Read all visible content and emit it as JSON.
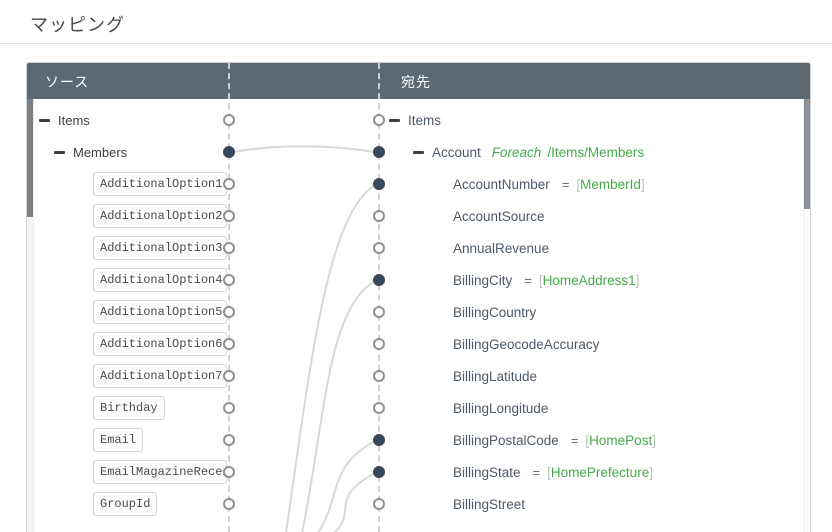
{
  "title": "マッピング",
  "headers": {
    "source": "ソース",
    "destination": "宛先"
  },
  "eq": "=",
  "bracket_open": "[",
  "bracket_close": "]",
  "source_tree": [
    {
      "label": "Items",
      "kind": "node",
      "depth": 0,
      "port": "hollow"
    },
    {
      "label": "Members",
      "kind": "node",
      "depth": 1,
      "port": "filled"
    },
    {
      "label": "AdditionalOption1",
      "kind": "field",
      "port": "hollow"
    },
    {
      "label": "AdditionalOption2",
      "kind": "field",
      "port": "hollow"
    },
    {
      "label": "AdditionalOption3",
      "kind": "field",
      "port": "hollow"
    },
    {
      "label": "AdditionalOption4",
      "kind": "field",
      "port": "hollow"
    },
    {
      "label": "AdditionalOption5",
      "kind": "field",
      "port": "hollow"
    },
    {
      "label": "AdditionalOption6",
      "kind": "field",
      "port": "hollow"
    },
    {
      "label": "AdditionalOption7",
      "kind": "field",
      "port": "hollow"
    },
    {
      "label": "Birthday",
      "kind": "field",
      "port": "hollow"
    },
    {
      "label": "Email",
      "kind": "field",
      "port": "hollow"
    },
    {
      "label": "EmailMagazineRecei",
      "kind": "field",
      "port": "hollow"
    },
    {
      "label": "GroupId",
      "kind": "field",
      "port": "hollow"
    }
  ],
  "destination_tree": [
    {
      "label": "Items",
      "kind": "node",
      "depth": 0,
      "port": "hollow"
    },
    {
      "label": "Account",
      "kind": "node",
      "depth": 1,
      "port": "filled",
      "foreach_label": "Foreach",
      "foreach_path": "/Items/Members"
    },
    {
      "label": "AccountNumber",
      "kind": "field",
      "port": "filled",
      "mapped_value": "MemberId"
    },
    {
      "label": "AccountSource",
      "kind": "field",
      "port": "hollow"
    },
    {
      "label": "AnnualRevenue",
      "kind": "field",
      "port": "hollow"
    },
    {
      "label": "BillingCity",
      "kind": "field",
      "port": "filled",
      "mapped_value": "HomeAddress1"
    },
    {
      "label": "BillingCountry",
      "kind": "field",
      "port": "hollow"
    },
    {
      "label": "BillingGeocodeAccuracy",
      "kind": "field",
      "port": "hollow"
    },
    {
      "label": "BillingLatitude",
      "kind": "field",
      "port": "hollow"
    },
    {
      "label": "BillingLongitude",
      "kind": "field",
      "port": "hollow"
    },
    {
      "label": "BillingPostalCode",
      "kind": "field",
      "port": "filled",
      "mapped_value": "HomePost"
    },
    {
      "label": "BillingState",
      "kind": "field",
      "port": "filled",
      "mapped_value": "HomePrefecture"
    },
    {
      "label": "BillingStreet",
      "kind": "field",
      "port": "hollow"
    }
  ],
  "connections": [
    {
      "from": "Members",
      "to": "Account",
      "source_visible": true
    },
    {
      "from": "MemberId",
      "to": "AccountNumber",
      "source_visible": false
    },
    {
      "from": "HomeAddress1",
      "to": "BillingCity",
      "source_visible": false
    },
    {
      "from": "HomePost",
      "to": "BillingPostalCode",
      "source_visible": false
    },
    {
      "from": "HomePrefecture",
      "to": "BillingState",
      "source_visible": false
    }
  ],
  "colors": {
    "header_bg": "#5c6873",
    "green": "#44ab4a",
    "port_filled": "#35495c",
    "port_hollow_border": "#8b9197",
    "curve": "#d8d8d8",
    "dashed_line": "#ccd0d3"
  }
}
